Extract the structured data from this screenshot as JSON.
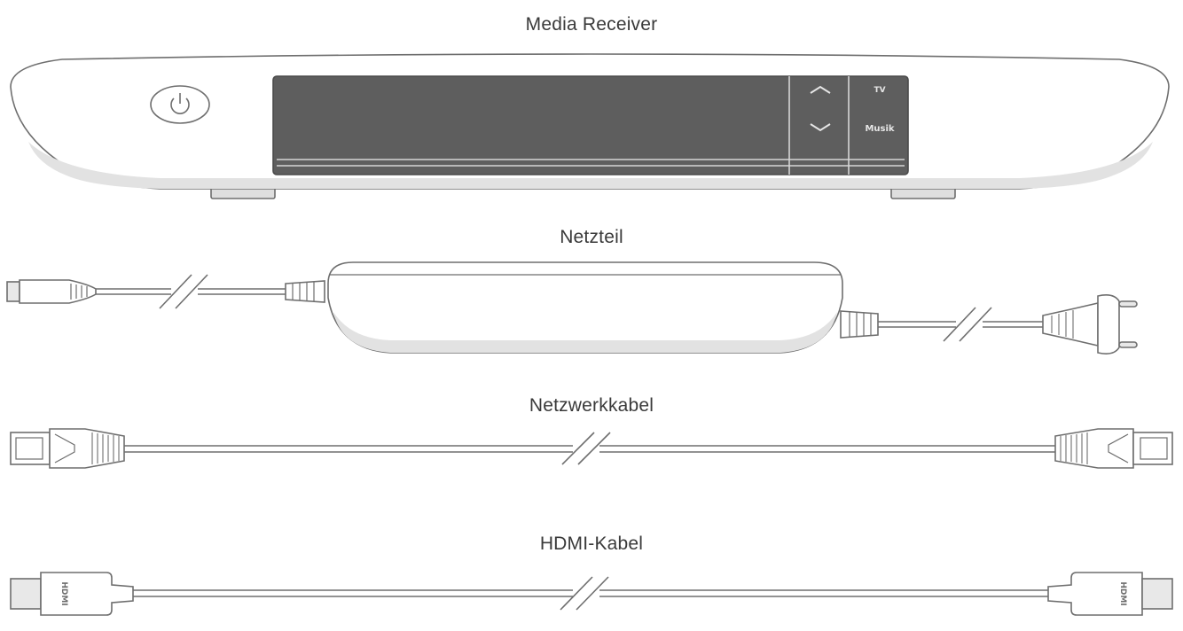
{
  "items": {
    "receiver": {
      "caption": "Media Receiver",
      "display_label_top": "TV",
      "display_label_bottom": "Musik"
    },
    "power_supply": {
      "caption": "Netzteil"
    },
    "network_cable": {
      "caption": "Netzwerkkabel"
    },
    "hdmi_cable": {
      "caption": "HDMI-Kabel",
      "plug_text": "HDMI"
    }
  },
  "icons": [
    "power-icon",
    "chevron-up-icon",
    "chevron-down-icon"
  ],
  "colors": {
    "outline": "#6e6e6e",
    "display": "#5e5e5e",
    "shade": "#d8d8d8",
    "background": "#ffffff"
  }
}
